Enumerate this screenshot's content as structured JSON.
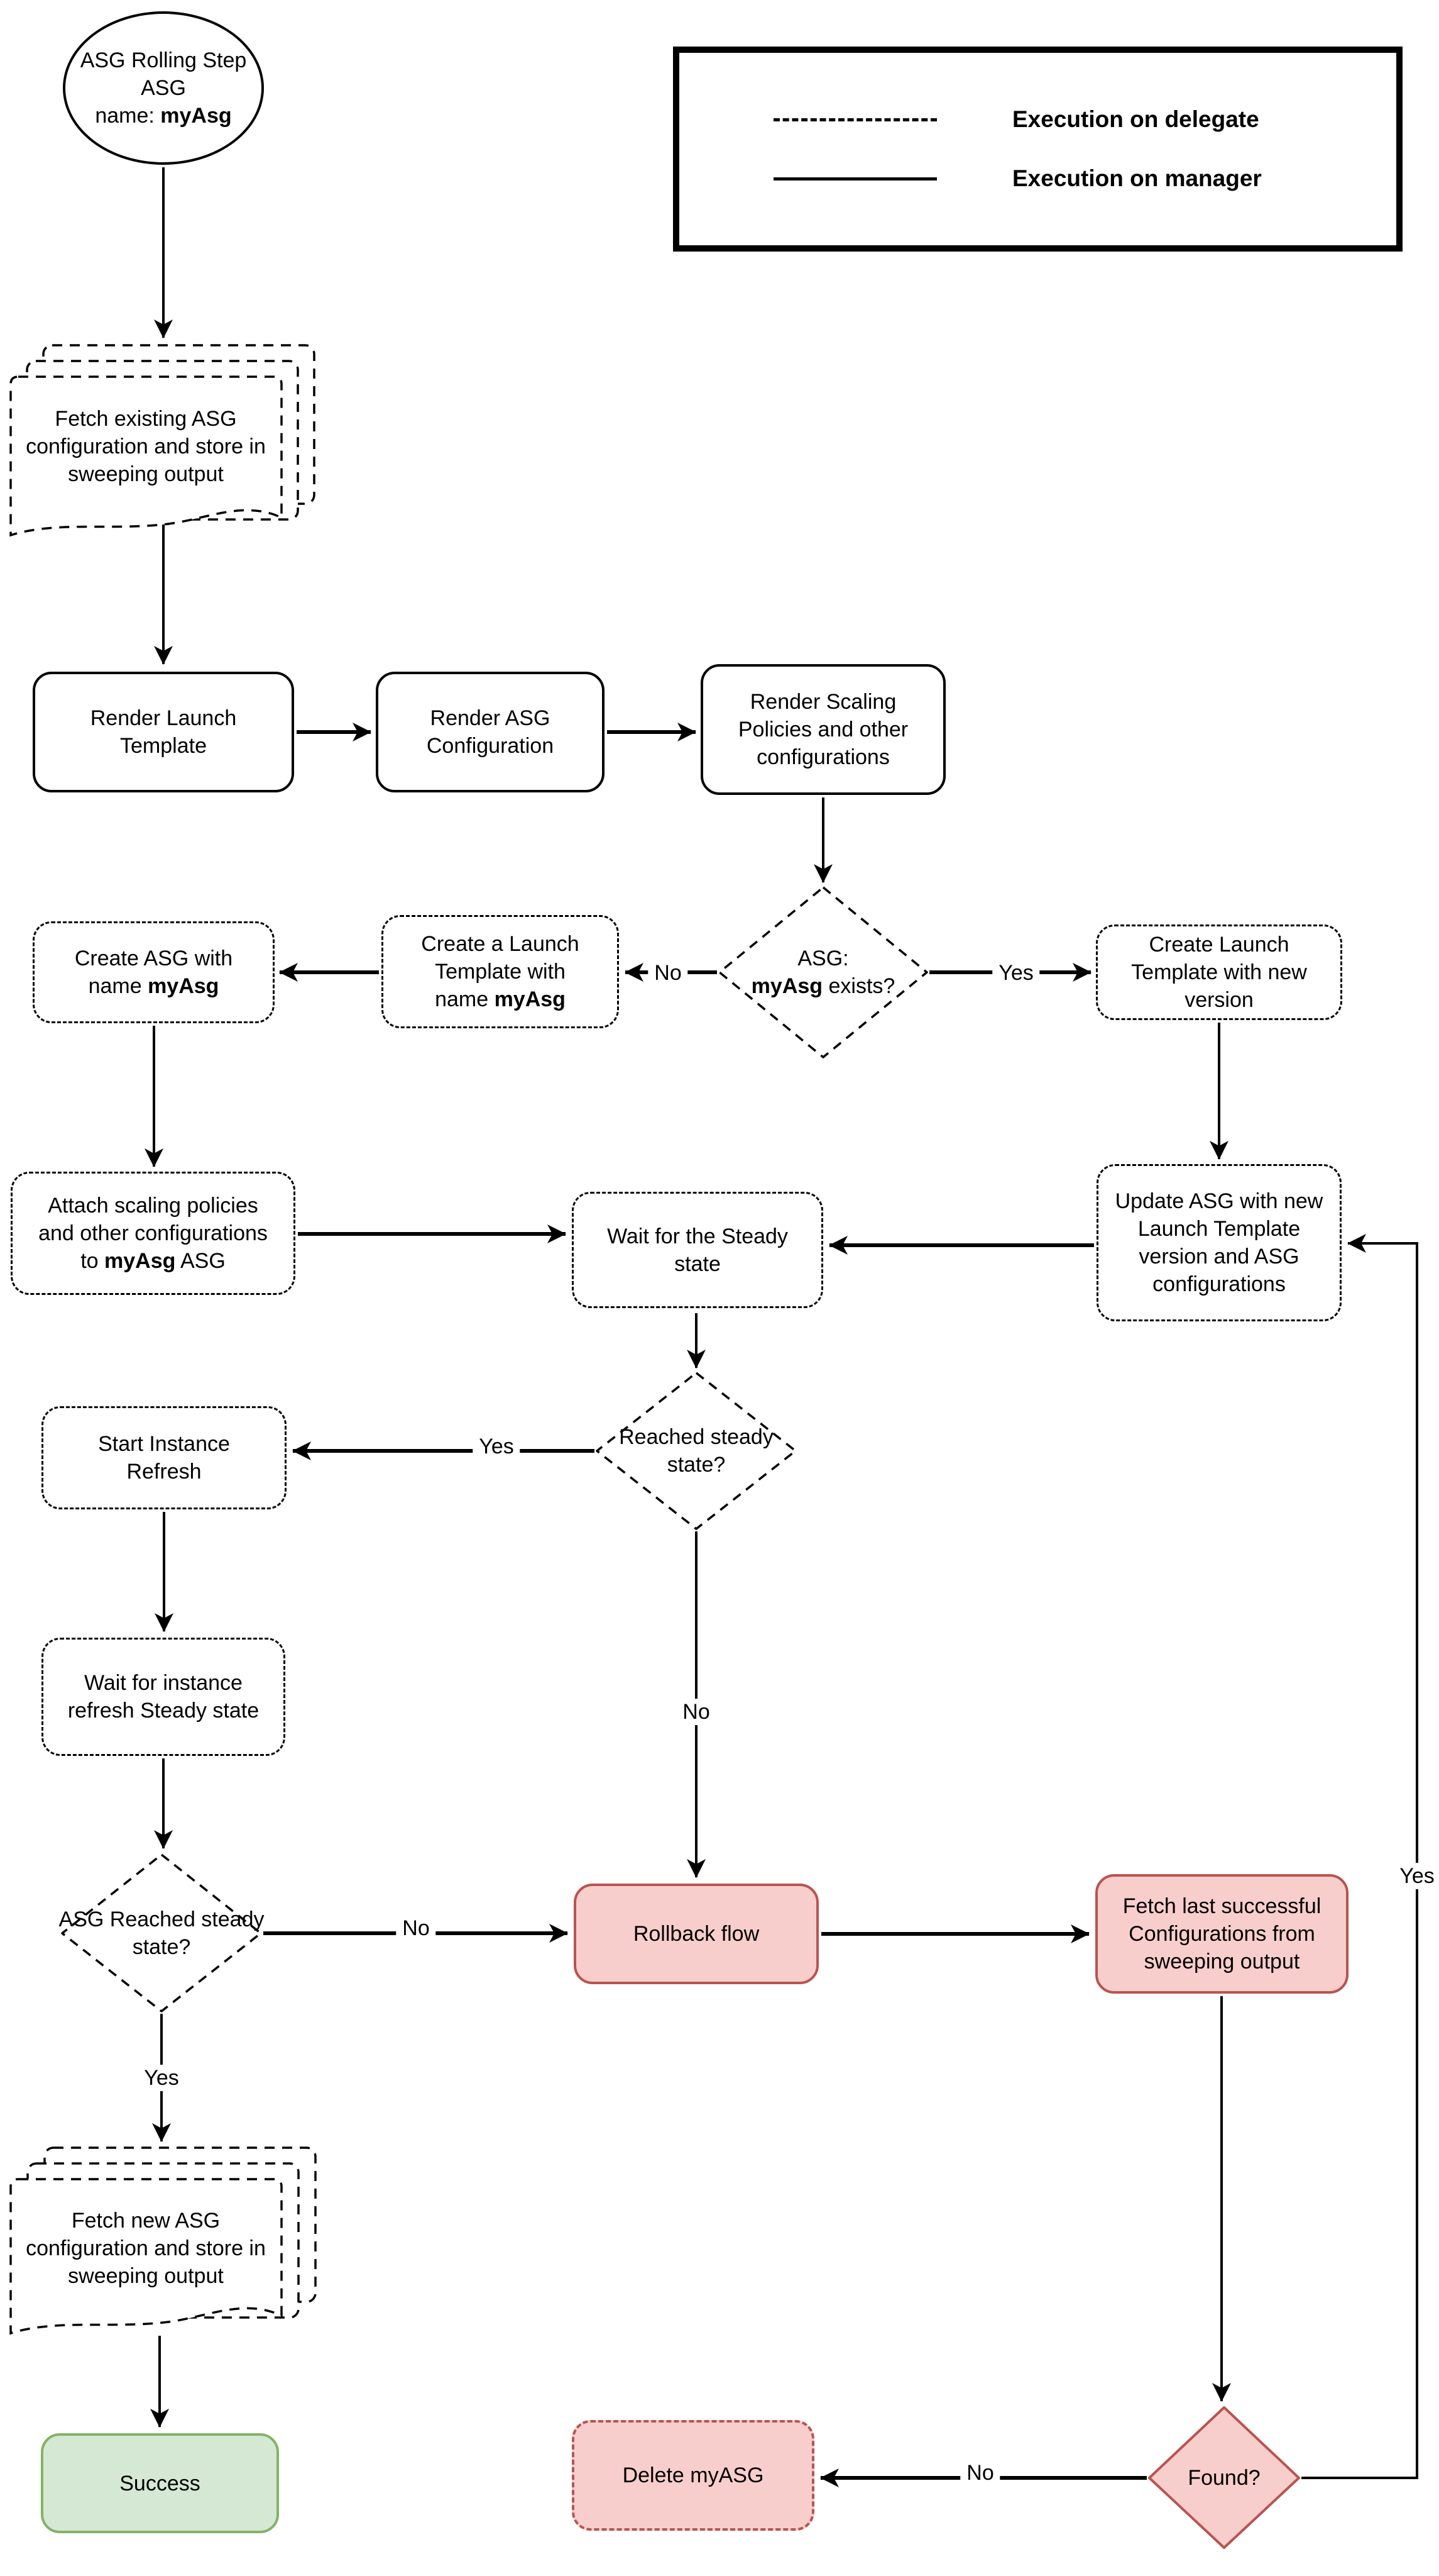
{
  "legend": {
    "items": [
      {
        "line_style": "dashed",
        "label": "Execution on delegate"
      },
      {
        "line_style": "solid",
        "label": "Execution on manager"
      }
    ]
  },
  "colors": {
    "pink_fill": "#F8CECC",
    "pink_stroke": "#B85450",
    "green_fill": "#D5E8D4",
    "green_stroke": "#82B366",
    "line": "#000000"
  },
  "nodes": {
    "start": {
      "l1": "ASG Rolling Step",
      "l2": "ASG",
      "l3_prefix": "name: ",
      "l3_bold": "myAsg"
    },
    "fetch_existing": {
      "text": "Fetch existing ASG configuration and store in sweeping output"
    },
    "render_launch": {
      "text": "Render Launch Template"
    },
    "render_asg": {
      "text": "Render ASG Configuration"
    },
    "render_scaling": {
      "text": "Render Scaling Policies and other configurations"
    },
    "asg_exists": {
      "l1": "ASG:",
      "l2_bold": "myAsg",
      "l2_suffix": " exists?"
    },
    "create_launch_tpl": {
      "l1": "Create a Launch",
      "l2": "Template with",
      "l3_prefix": "name ",
      "l3_bold": "myAsg"
    },
    "create_asg": {
      "l1": "Create ASG with",
      "l2_prefix": "name ",
      "l2_bold": "myAsg"
    },
    "create_launch_new": {
      "text": "Create Launch Template with new version"
    },
    "attach_policies": {
      "l1": "Attach scaling policies",
      "l2": "and other configurations",
      "l3_prefix": "to ",
      "l3_bold": "myAsg",
      "l3_suffix": " ASG"
    },
    "wait_steady": {
      "text": "Wait for the Steady state"
    },
    "update_asg": {
      "text": "Update ASG with new Launch Template version and ASG configurations"
    },
    "reached_steady": {
      "text": "Reached steady state?"
    },
    "start_refresh": {
      "text": "Start Instance Refresh"
    },
    "wait_instance": {
      "text": "Wait for instance refresh Steady state"
    },
    "asg_reached": {
      "text": "ASG Reached steady state?"
    },
    "rollback": {
      "text": "Rollback flow"
    },
    "fetch_last": {
      "text": "Fetch last successful Configurations from sweeping output"
    },
    "fetch_new": {
      "text": "Fetch new ASG configuration and store in sweeping output"
    },
    "success": {
      "text": "Success"
    },
    "found": {
      "text": "Found?"
    },
    "delete_asg": {
      "text": "Delete myASG"
    }
  },
  "edge_labels": {
    "exists_no": "No",
    "exists_yes": "Yes",
    "reached_yes": "Yes",
    "reached_no": "No",
    "asg_reached_no": "No",
    "asg_reached_yes": "Yes",
    "found_no": "No",
    "found_yes": "Yes"
  }
}
